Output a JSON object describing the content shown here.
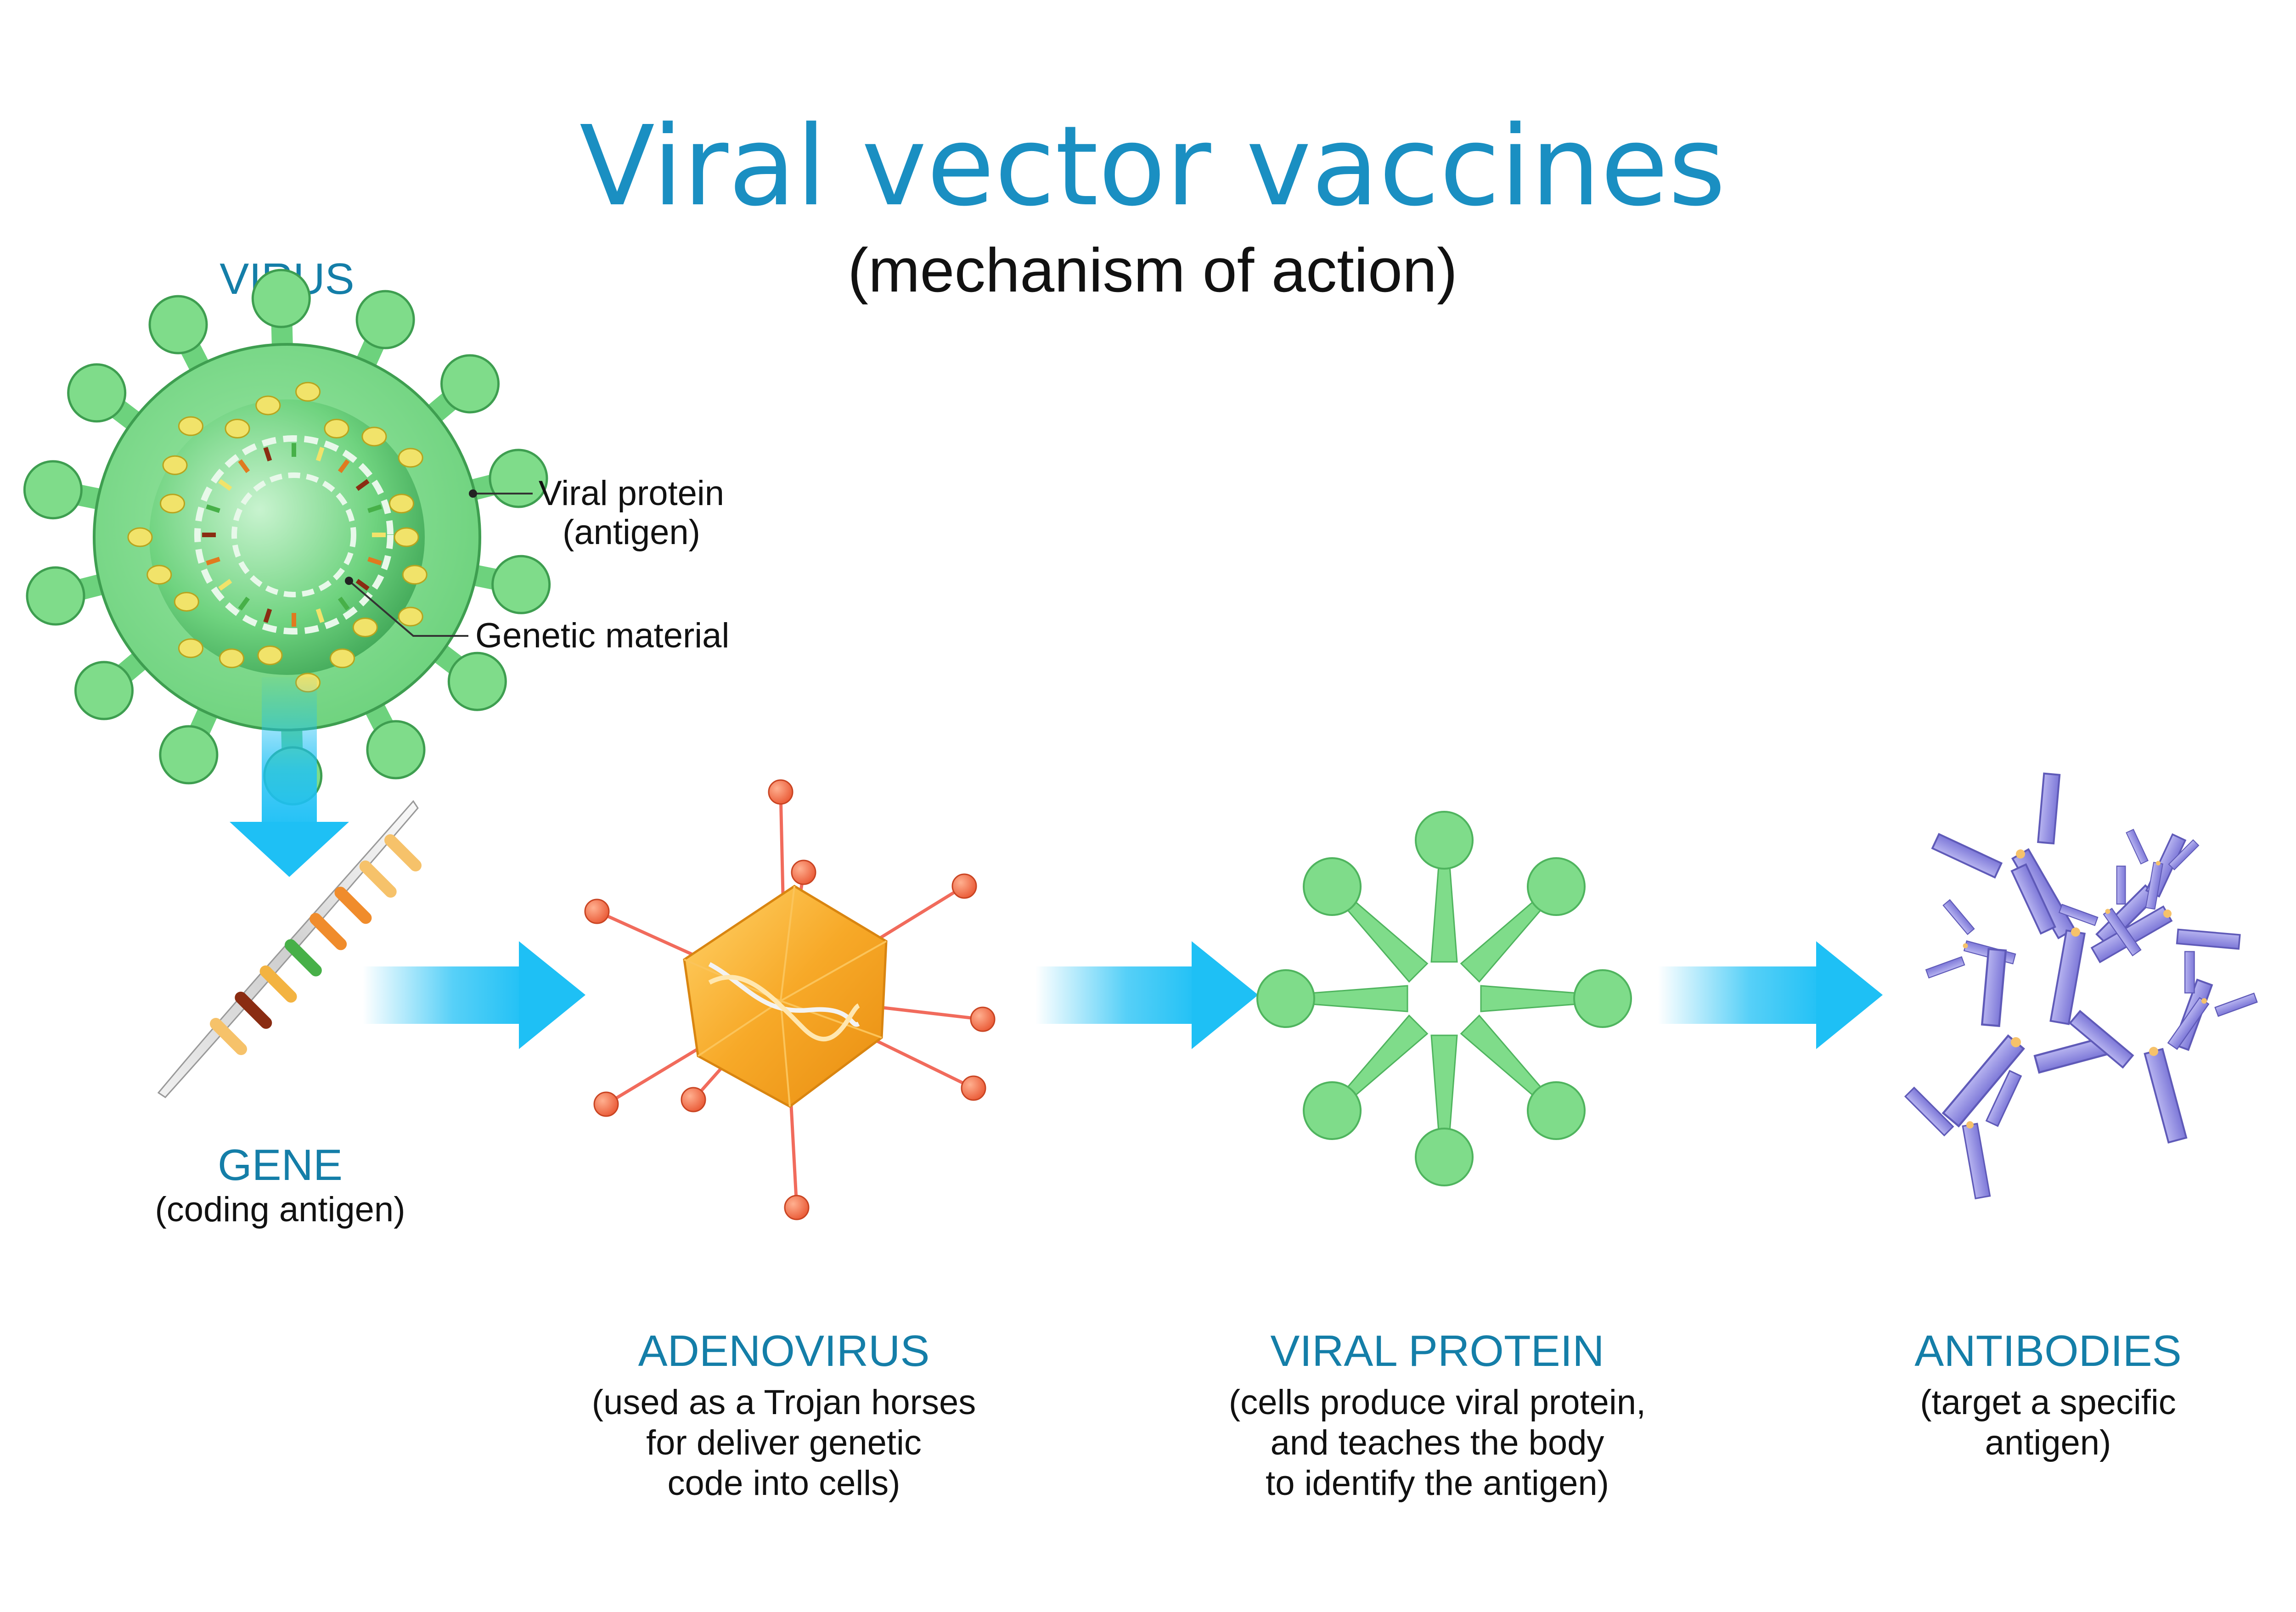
{
  "title": "Viral vector vaccines",
  "subtitle": "(mechanism of action)",
  "colors": {
    "title": "#1a8fc2",
    "heading": "#147ea8",
    "text": "#111111",
    "virus": "#7fdc8a",
    "virus_dark": "#43b05a",
    "arrow": "#1ec0f5",
    "adenovirus": "#f6a524",
    "spike": "#f16b5c",
    "antibody": "#8c88e0"
  },
  "virus": {
    "heading": "VIRUS",
    "callout_protein": "Viral protein",
    "callout_protein_sub": "(antigen)",
    "callout_genetic": "Genetic material"
  },
  "gene": {
    "heading": "GENE",
    "desc": "(coding antigen)"
  },
  "adenovirus": {
    "heading": "ADENOVIRUS",
    "desc_lines": [
      "(used as a Trojan horses",
      "for  deliver genetic",
      "code into cells)"
    ]
  },
  "viral_protein": {
    "heading": "VIRAL PROTEIN",
    "desc_lines": [
      "(cells produce viral protein,",
      "and teaches the body",
      "to identify the antigen)"
    ]
  },
  "antibodies": {
    "heading": "ANTIBODIES",
    "desc_lines": [
      "(target a specific",
      "antigen)"
    ]
  }
}
